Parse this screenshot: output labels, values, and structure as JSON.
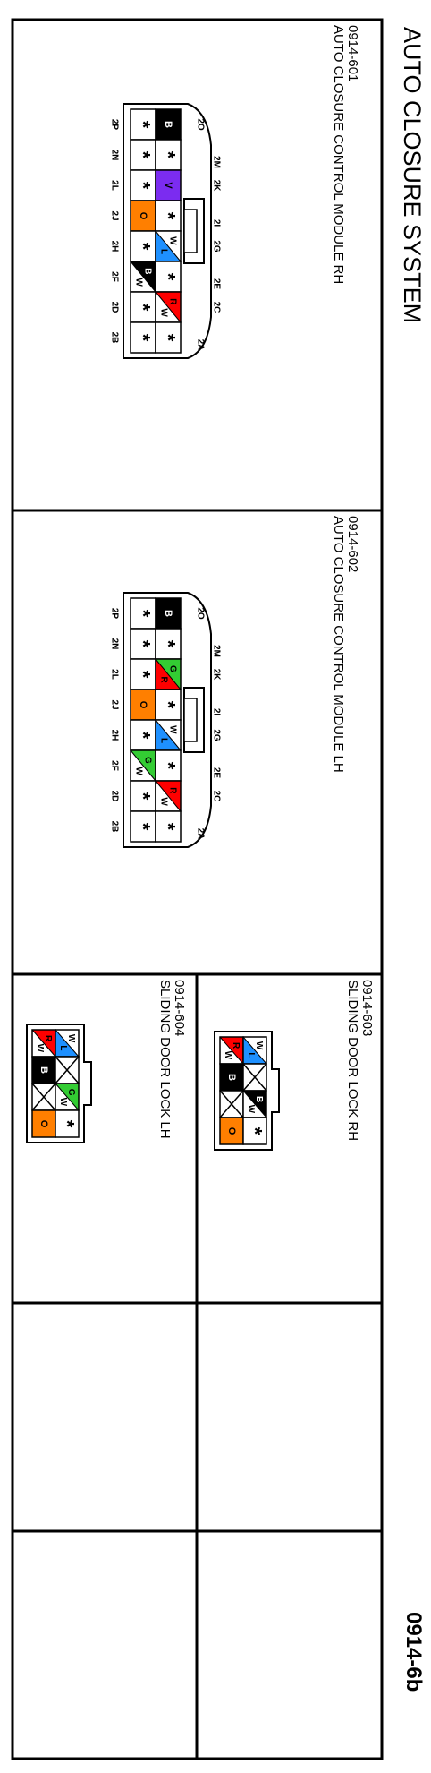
{
  "page": {
    "title": "AUTO CLOSURE SYSTEM",
    "page_number": "0914-6b"
  },
  "colors": {
    "black": "#000000",
    "violet": "#7b2cf0",
    "orange": "#ff7f00",
    "blue": "#1e90ff",
    "red": "#ff0000",
    "green": "#33cc33",
    "white": "#ffffff"
  },
  "connectors": {
    "c601": {
      "code": "0914-601",
      "name": "AUTO CLOSURE CONTROL MODULE RH",
      "top_labels": [
        "2O",
        "2M",
        "2K",
        "2I",
        "2G",
        "2E",
        "2C",
        "2A"
      ],
      "bottom_labels": [
        "2P",
        "2N",
        "2L",
        "2J",
        "2H",
        "2F",
        "2D",
        "2B"
      ],
      "row_top": [
        "B",
        "*",
        "V",
        "*",
        "L/W",
        "*",
        "W/R",
        "*"
      ],
      "row_bottom": [
        "*",
        "*",
        "*",
        "O",
        "*",
        "W/B",
        "*",
        "*"
      ]
    },
    "c602": {
      "code": "0914-602",
      "name": "AUTO CLOSURE CONTROL MODULE LH",
      "top_labels": [
        "2O",
        "2M",
        "2K",
        "2I",
        "2G",
        "2E",
        "2C",
        "2A"
      ],
      "bottom_labels": [
        "2P",
        "2N",
        "2L",
        "2J",
        "2H",
        "2F",
        "2D",
        "2B"
      ],
      "row_top": [
        "B",
        "*",
        "R/G",
        "*",
        "L/W",
        "*",
        "W/R",
        "*"
      ],
      "row_bottom": [
        "*",
        "*",
        "*",
        "O",
        "*",
        "W/G",
        "*",
        "*"
      ]
    },
    "c603": {
      "code": "0914-603",
      "name": "SLIDING DOOR LOCK RH",
      "row_top": [
        "L/W",
        "",
        "W/B",
        "*"
      ],
      "row_bottom": [
        "W/R",
        "B",
        "",
        "O"
      ]
    },
    "c604": {
      "code": "0914-604",
      "name": "SLIDING DOOR LOCK LH",
      "row_top": [
        "L/W",
        "",
        "W/G",
        "*"
      ],
      "row_bottom": [
        "W/R",
        "B",
        "",
        "O"
      ]
    }
  }
}
